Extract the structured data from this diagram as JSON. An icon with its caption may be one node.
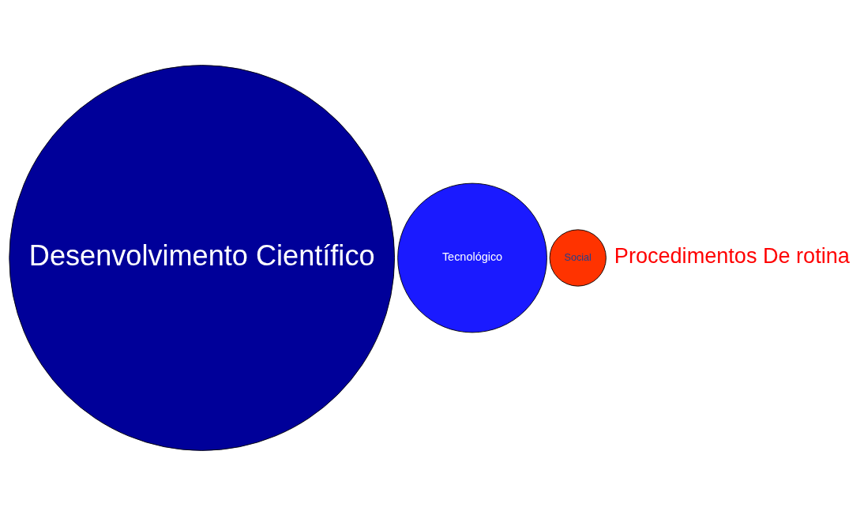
{
  "diagram": {
    "nodes": [
      {
        "text": [
          "Desenvolvimento Científico"
        ]
      },
      {
        "text": [
          "Tecnológico"
        ]
      },
      {
        "text": [
          "Social"
        ]
      }
    ],
    "labels": [
      "Procedimentos De rotina"
    ]
  }
}
